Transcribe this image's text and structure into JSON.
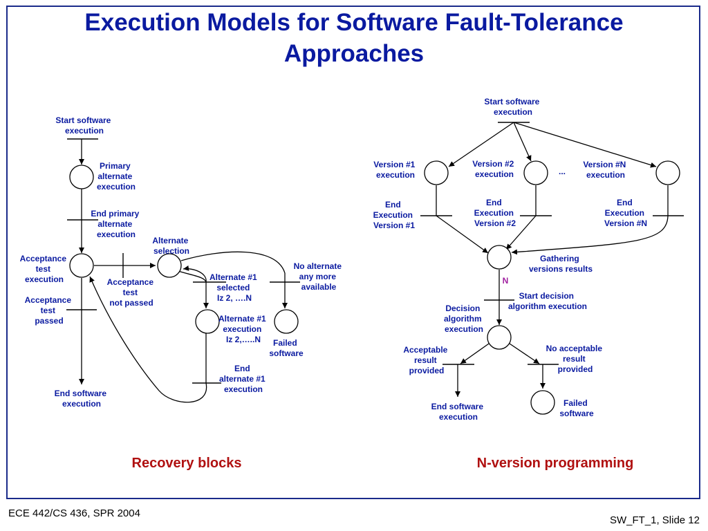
{
  "slide": {
    "title_line1": "Execution Models for Software Fault-Tolerance",
    "title_line2": "Approaches",
    "footer_left": "ECE 442/CS 436, SPR 2004",
    "footer_right": "SW_FT_1, Slide 12",
    "colors": {
      "title": "#0a1aa0",
      "labels": "#0a1aa0",
      "subtitles": "#b01010",
      "n_marker": "#a020a0",
      "frame": "#1a2a8a"
    }
  },
  "recovery_blocks": {
    "caption": "Recovery blocks",
    "start": [
      "Start software",
      "execution"
    ],
    "primary": [
      "Primary",
      "alternate",
      "execution"
    ],
    "end_primary": [
      "End primary",
      "alternate",
      "execution"
    ],
    "acceptance_test": [
      "Acceptance",
      "test",
      "execution"
    ],
    "alternate_selection": [
      "Alternate",
      "selection"
    ],
    "no_alternate": [
      "No alternate",
      "any more",
      "available"
    ],
    "test_not_passed": [
      "Acceptance",
      "test",
      "not passed"
    ],
    "test_passed": [
      "Acceptance",
      "test",
      "passed"
    ],
    "alt_selected": [
      "Alternate #1",
      "selected",
      "Iz   2, ….N"
    ],
    "alt_execution": [
      "Alternate #1",
      "execution",
      "Iz   2,…..N"
    ],
    "failed": [
      "Failed",
      "software"
    ],
    "end_alt": [
      "End",
      "alternate #1",
      "execution"
    ],
    "end_software": [
      "End software",
      "execution"
    ]
  },
  "n_version": {
    "caption": "N-version programming",
    "start": [
      "Start software",
      "execution"
    ],
    "v1": [
      "Version #1",
      "execution"
    ],
    "v2": [
      "Version #2",
      "execution"
    ],
    "ellipsis": "...",
    "vN": [
      "Version #N",
      "execution"
    ],
    "end_v1": [
      "End",
      "Execution",
      "Version #1"
    ],
    "end_v2": [
      "End",
      "Execution",
      "Version #2"
    ],
    "end_vN": [
      "End",
      "Execution",
      "Version #N"
    ],
    "gathering": [
      "Gathering",
      "versions results"
    ],
    "n_marker": "N",
    "start_decision": [
      "Start decision",
      "algorithm execution"
    ],
    "decision_exec": [
      "Decision",
      "algorithm",
      "execution"
    ],
    "acceptable": [
      "Acceptable",
      "result",
      "provided"
    ],
    "no_acceptable": [
      "No acceptable",
      "result",
      "provided"
    ],
    "end_software": [
      "End software",
      "execution"
    ],
    "failed": [
      "Failed",
      "software"
    ]
  }
}
